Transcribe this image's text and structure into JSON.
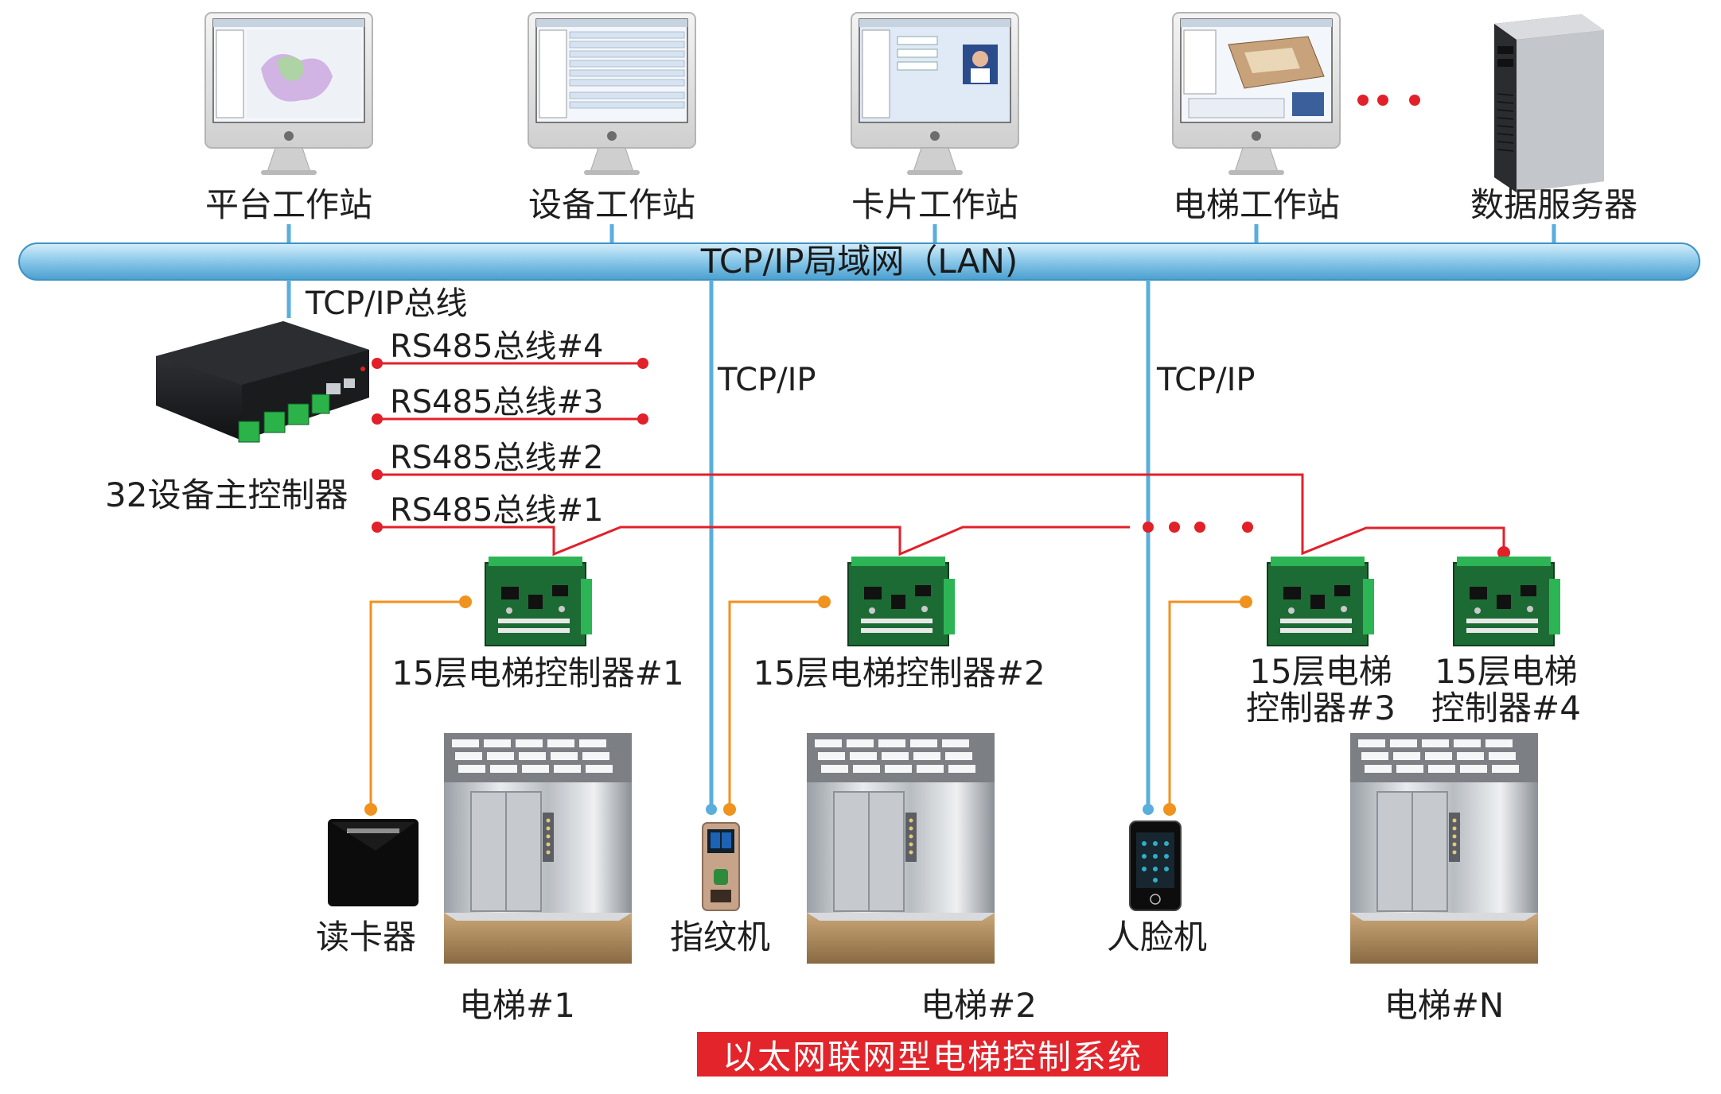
{
  "network": {
    "lan_label": "TCP/IP局域网（LAN)",
    "tcp_bus_label": "TCP/IP总线",
    "tcp_link_left": "TCP/IP",
    "tcp_link_right": "TCP/IP"
  },
  "workstations": [
    {
      "label": "平台工作站",
      "icon": "monitor-icon"
    },
    {
      "label": "设备工作站",
      "icon": "monitor-icon"
    },
    {
      "label": "卡片工作站",
      "icon": "monitor-icon"
    },
    {
      "label": "电梯工作站",
      "icon": "monitor-icon"
    },
    {
      "label": "数据服务器",
      "icon": "server-tower-icon"
    }
  ],
  "main_controller": {
    "label": "32设备主控制器"
  },
  "buses": [
    "RS485总线#4",
    "RS485总线#3",
    "RS485总线#2",
    "RS485总线#1"
  ],
  "controllers": [
    {
      "label": "15层电梯控制器#1"
    },
    {
      "label": "15层电梯控制器#2"
    },
    {
      "label_line1": "15层电梯",
      "label_line2": "控制器#3"
    },
    {
      "label_line1": "15层电梯",
      "label_line2": "控制器#4"
    }
  ],
  "devices": [
    {
      "label": "读卡器",
      "icon": "card-reader-icon"
    },
    {
      "label": "指纹机",
      "icon": "fingerprint-terminal-icon"
    },
    {
      "label": "人脸机",
      "icon": "face-recognition-terminal-icon"
    }
  ],
  "elevators": [
    "电梯#1",
    "电梯#2",
    "电梯#N"
  ],
  "title": "以太网联网型电梯控制系统",
  "colors": {
    "lan_pipe": "#8ec9ea",
    "tcp_line": "#5aaedc",
    "rs485_line": "#e2202a",
    "reader_link": "#f0921e",
    "title_bg": "#e3242b",
    "board_green": "#1d6b34"
  }
}
